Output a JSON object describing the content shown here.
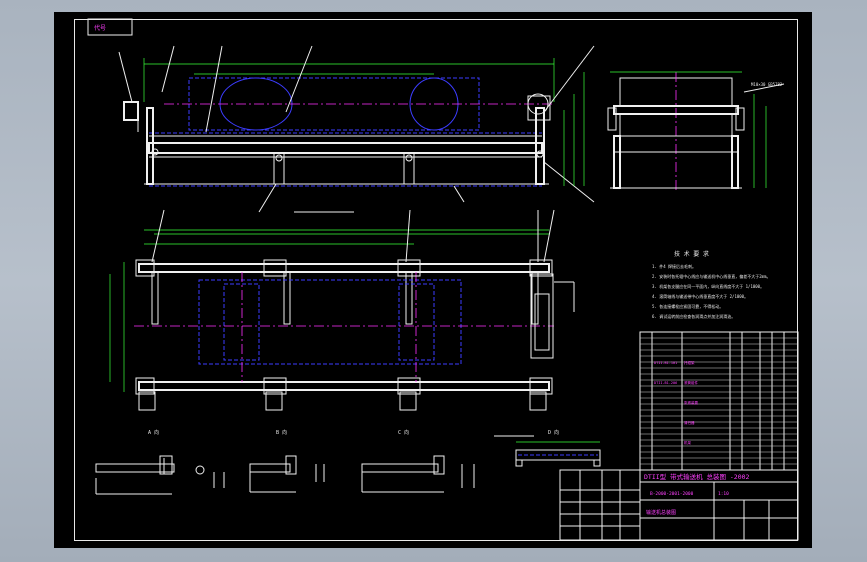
{
  "drawing": {
    "frame_tag": "代号",
    "title_line": "DTII型 带式输送机 总装图 -2002",
    "drawing_code": "B-2000-2001-2000",
    "scale_text": "1:10",
    "part_name": "输送机总装图",
    "section_labels": [
      "A 向",
      "B 向",
      "C 向",
      "D 向"
    ],
    "notes_heading": "技 术 要 求",
    "notes": [
      "1. 件4 焊接后去毛刺。",
      "2. 安装时各托辊中心线应与输送机中心线垂直，偏差不大于2mm。",
      "3. 机架各支腿应在同一平面内，纵向直线度不大于 1/1000。",
      "4. 滚筒轴线与输送带中心线垂直度不大于 2/1000。",
      "5. 各连接螺栓应紧固可靠，不得松动。",
      "6. 调试运转前应检查各润滑点并加注润滑油。"
    ]
  },
  "colors": {
    "background": "#000000",
    "outline": "#f0f0f0",
    "hidden": "#3c3cff",
    "center": "#ff30ff",
    "dimension": "#38ff38",
    "title_text": "#ff40ff"
  }
}
